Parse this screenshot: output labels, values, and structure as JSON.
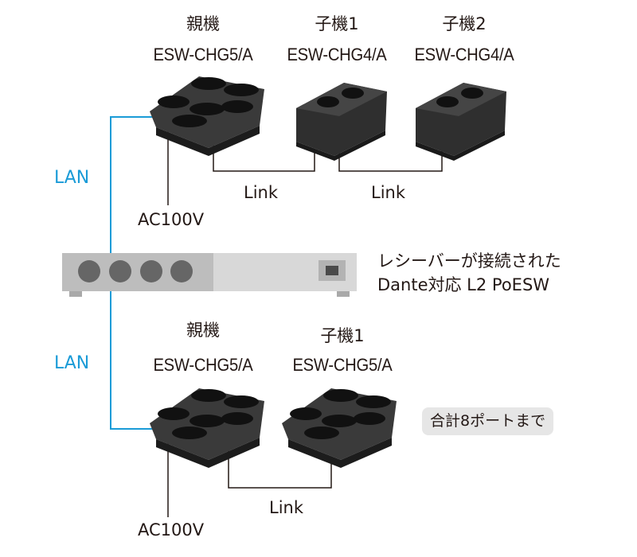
{
  "top": {
    "parent_title": "親機",
    "parent_model": "ESW-CHG5/A",
    "child1_title": "子機1",
    "child1_model": "ESW-CHG4/A",
    "child2_title": "子機2",
    "child2_model": "ESW-CHG4/A",
    "link1": "Link",
    "link2": "Link",
    "lan": "LAN",
    "power": "AC100V"
  },
  "receiver": {
    "line1": "レシーバーが接続された",
    "line2": "Dante対応 L2 PoESW"
  },
  "bottom": {
    "parent_title": "親機",
    "parent_model": "ESW-CHG5/A",
    "child1_title": "子機1",
    "child1_model": "ESW-CHG5/A",
    "link": "Link",
    "lan": "LAN",
    "power": "AC100V",
    "badge": "合計8ポートまで"
  },
  "colors": {
    "lan_line": "#1a9bd7",
    "device_body": "#2b2b2b",
    "switch_body": "#cfcfcf"
  }
}
